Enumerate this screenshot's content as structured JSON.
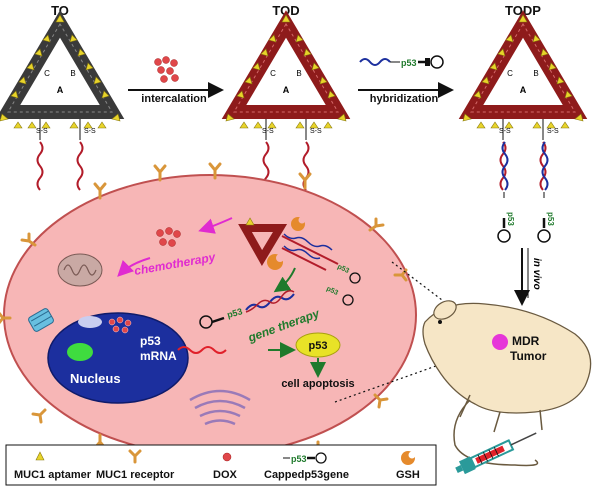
{
  "top": {
    "to_label": "TO",
    "tod_label": "TOD",
    "todp_label": "TODP",
    "intercalation_label": "intercalation",
    "hybridization_label": "hybridization",
    "p53_strand_label": "p53",
    "vertex_labels": [
      "A",
      "B",
      "C"
    ],
    "linker_label": "S-S"
  },
  "cell": {
    "chemotherapy_label": "chemotherapy",
    "gene_therapy_label": "gene therapy",
    "nucleus_label": "Nucleus",
    "mrna_label_line1": "p53",
    "mrna_label_line2": "mRNA",
    "p53_protein_label": "p53",
    "apoptosis_label": "cell apoptosis",
    "released_p53_label": "p53"
  },
  "mouse": {
    "in_vivo_label": "in vivo",
    "tumor_label_line1": "MDR",
    "tumor_label_line2": "Tumor"
  },
  "legend": {
    "items": [
      {
        "label": "MUC1 aptamer"
      },
      {
        "label": "MUC1 receptor"
      },
      {
        "label": "DOX"
      },
      {
        "label": "Cappedp53gene",
        "prefix": "p53"
      },
      {
        "label": "GSH"
      }
    ]
  },
  "colors": {
    "to_frame": "#3a3a3a",
    "tod_frame": "#8e1b1b",
    "aptamer": "#e8d42a",
    "cell_fill": "#f7b6b6",
    "nucleus": "#1c2f9e",
    "receptor": "#d9963a",
    "dox": "#e0474a",
    "gsh": "#e58a2c",
    "chemo_text": "#e02bd0",
    "gene_text": "#1f7a2c",
    "p53_protein": "#e8e227",
    "mouse": "#f6e6c6",
    "tumor": "#e636d8"
  }
}
